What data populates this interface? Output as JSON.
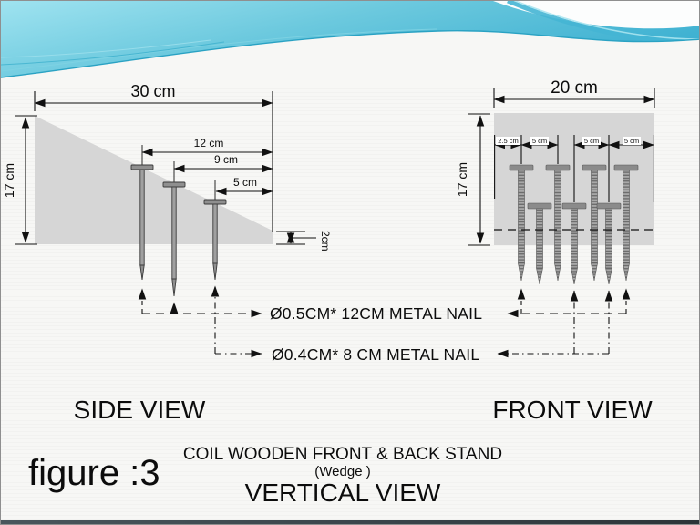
{
  "side_view": {
    "title": "SIDE VIEW",
    "width_dim": "30 cm",
    "height_dim": "17 cm",
    "nail_dims": [
      "12 cm",
      "9 cm",
      "5 cm"
    ],
    "tip_thickness_dim": "2cm"
  },
  "front_view": {
    "title": "FRONT VIEW",
    "width_dim": "20 cm",
    "height_dim": "17 cm",
    "spacing_dims": [
      "2.5 cm",
      "5 cm",
      "5 cm",
      "5 cm"
    ]
  },
  "callouts": {
    "large_nail": "Ø0.5CM* 12CM METAL NAIL",
    "small_nail": "Ø0.4CM* 8 CM METAL NAIL"
  },
  "footer": {
    "figure_label": "figure :3",
    "caption_line1": "COIL WOODEN FRONT & BACK STAND",
    "caption_line2": "(Wedge )",
    "caption_line3": "VERTICAL VIEW"
  },
  "colors": {
    "wood_fill": "#d6d6d6",
    "line": "#111111",
    "header_teal": "#45b5d4"
  }
}
